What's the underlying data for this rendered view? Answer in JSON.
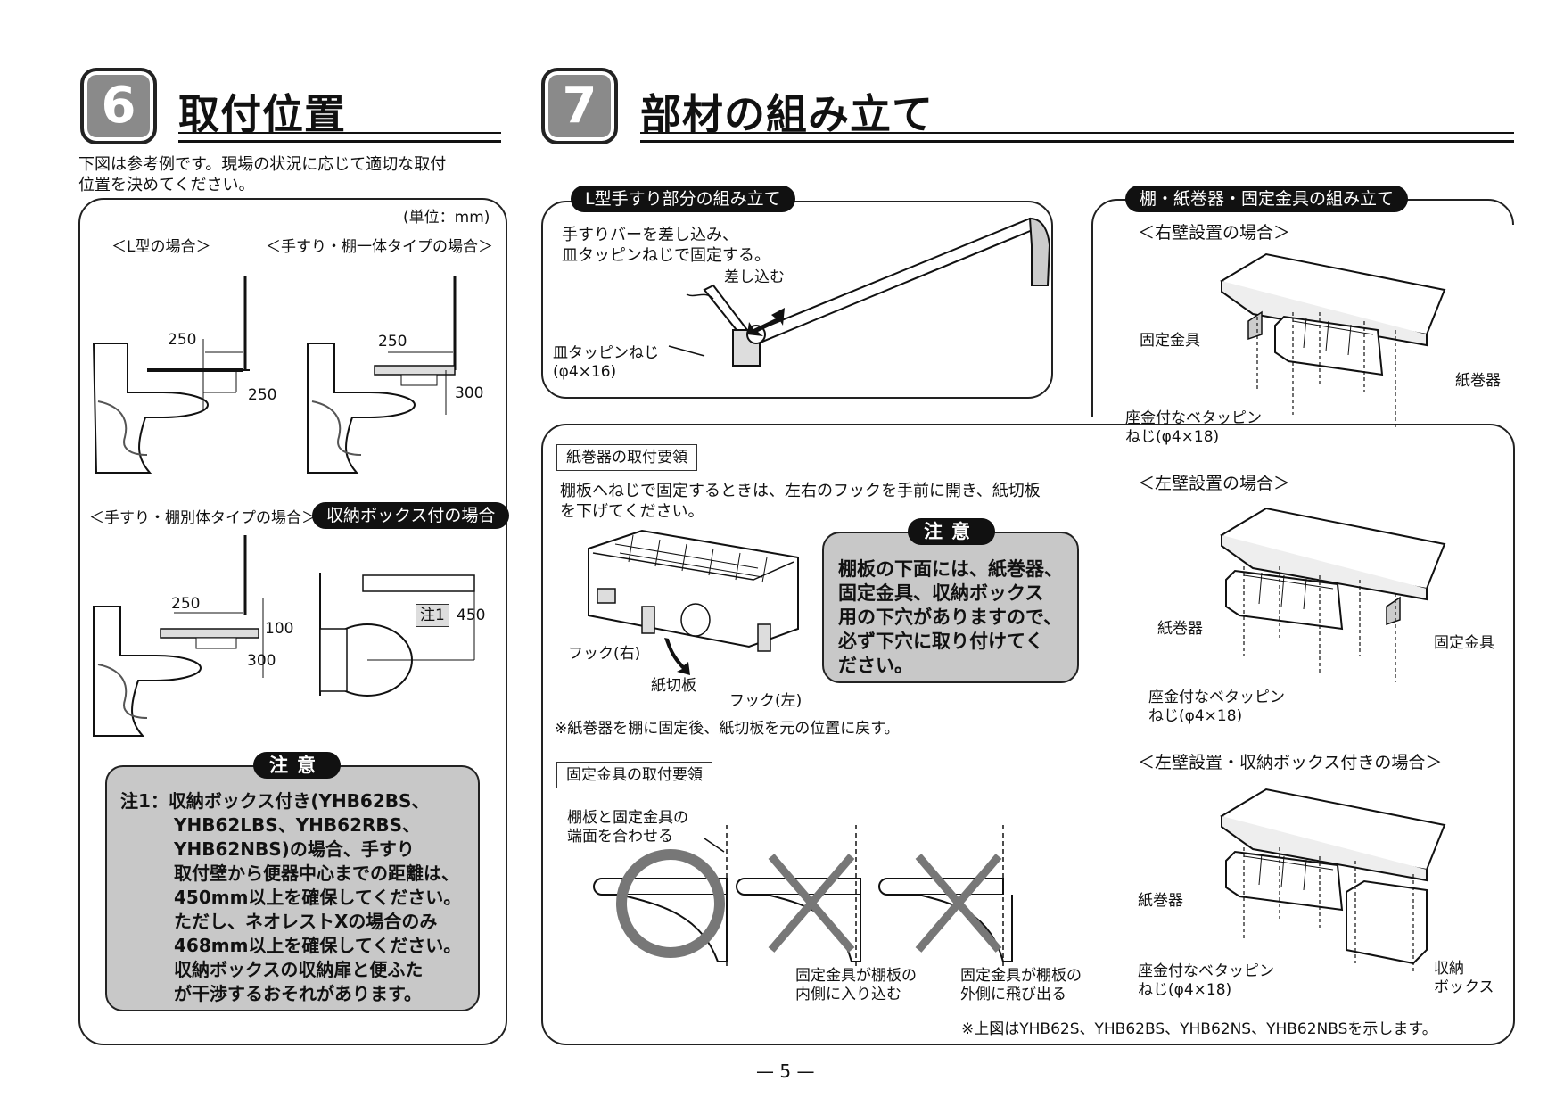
{
  "section6": {
    "number": "6",
    "title": "取付位置",
    "intro_line1": "下図は参考例です。現場の状況に応じて適切な取付",
    "intro_line2": "位置を決めてください。",
    "unit": "(単位：mm)",
    "caption_l_type": "＜L型の場合＞",
    "caption_integrated": "＜手すり・棚一体タイプの場合＞",
    "caption_separate": "＜手すり・棚別体タイプの場合＞",
    "caption_storage": "収納ボックス付の場合",
    "dims": {
      "l_250_h": "250",
      "l_250_v": "250",
      "int_250": "250",
      "int_300": "300",
      "sep_250": "250",
      "sep_100": "100",
      "sep_300": "300",
      "storage_450": "450",
      "storage_note_ref": "注1"
    },
    "caution_label": "注意",
    "caution_lines": [
      "注1：収納ボックス付き(YHB62BS、",
      "　　　YHB62LBS、YHB62RBS、",
      "　　　YHB62NBS)の場合、手すり",
      "　　　取付壁から便器中心までの距離は、",
      "　　　450mm以上を確保してください。",
      "　　　ただし、ネオレストXの場合のみ",
      "　　　468mm以上を確保してください。",
      "　　　収納ボックスの収納扉と便ふた",
      "　　　が干渉するおそれがあります。"
    ]
  },
  "section7": {
    "number": "7",
    "title": "部材の組み立て",
    "l_assembly": {
      "label": "L型手すり部分の組み立て",
      "instr_line1": "手すりバーを差し込み、",
      "instr_line2": "皿タッピンねじで固定する。",
      "insert_label": "差し込む",
      "screw_label1": "皿タッピンねじ",
      "screw_label2": "(φ4×16)"
    },
    "shelf_assembly": {
      "label": "棚・紙巻器・固定金具の組み立て",
      "right_wall": "＜右壁設置の場合＞",
      "left_wall": "＜左壁設置の場合＞",
      "left_wall_storage": "＜左壁設置・収納ボックス付きの場合＞",
      "bracket": "固定金具",
      "paper_holder": "紙巻器",
      "screw_line1": "座金付なベタッピン",
      "screw_line2": "ねじ(φ4×18)",
      "storage_box_line1": "収納",
      "storage_box_line2": "ボックス"
    },
    "paper_holder_tips": {
      "heading": "紙巻器の取付要領",
      "line1": "棚板へねじで固定するときは、左右のフックを手前に開き、紙切板",
      "line2": "を下げてください。",
      "hook_right": "フック(右)",
      "cutter": "紙切板",
      "hook_left": "フック(左)",
      "footnote": "※紙巻器を棚に固定後、紙切板を元の位置に戻す。"
    },
    "caution": {
      "label": "注意",
      "lines": [
        "棚板の下面には、紙巻器、",
        "固定金具、収納ボックス",
        "用の下穴がありますので、",
        "必ず下穴に取り付けてく",
        "ださい。"
      ]
    },
    "bracket_tips": {
      "heading": "固定金具の取付要領",
      "ok_line1": "棚板と固定金具の",
      "ok_line2": "端面を合わせる",
      "ng1_line1": "固定金具が棚板の",
      "ng1_line2": "内側に入り込む",
      "ng2_line1": "固定金具が棚板の",
      "ng2_line2": "外側に飛び出る"
    },
    "models_note": "※上図はYHB62S、YHB62BS、YHB62NS、YHB62NBSを示します。"
  },
  "page_number": "— 5 —"
}
